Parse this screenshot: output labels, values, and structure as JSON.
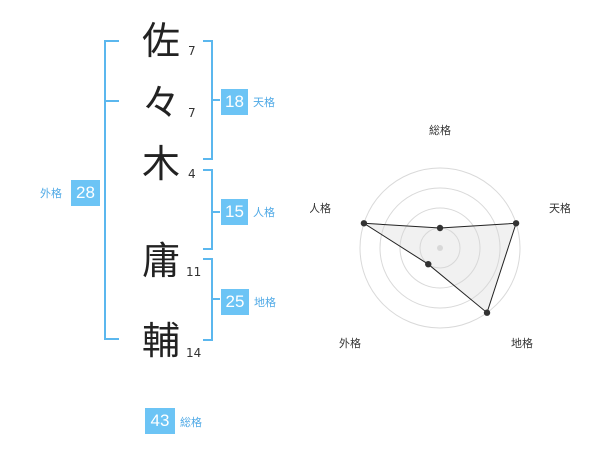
{
  "name": {
    "characters": [
      {
        "char": "佐",
        "strokes": "7"
      },
      {
        "char": "々",
        "strokes": "7"
      },
      {
        "char": "木",
        "strokes": "4"
      },
      {
        "char": "庸",
        "strokes": "11"
      },
      {
        "char": "輔",
        "strokes": "14"
      }
    ]
  },
  "fortune": {
    "tenkaku": {
      "value": "18",
      "label": "天格"
    },
    "jinkaku": {
      "value": "15",
      "label": "人格"
    },
    "chikaku": {
      "value": "25",
      "label": "地格"
    },
    "gaikaku": {
      "value": "28",
      "label": "外格"
    },
    "soukaku": {
      "value": "43",
      "label": "総格"
    }
  },
  "chart_data": {
    "type": "radar",
    "axes": [
      "総格",
      "天格",
      "地格",
      "外格",
      "人格"
    ],
    "values": [
      1,
      4,
      4,
      1,
      4
    ],
    "range": [
      0,
      4
    ],
    "rings": 4
  }
}
